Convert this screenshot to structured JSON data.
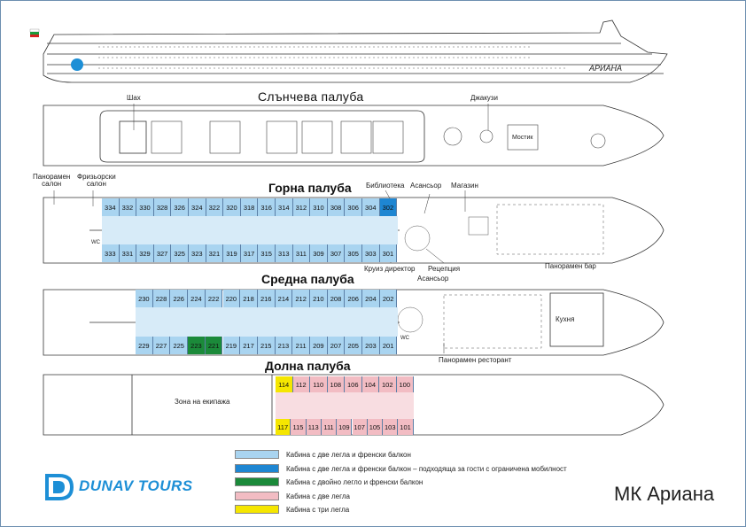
{
  "labels": {
    "shah": "Шах",
    "jacuzzi": "Джакузи",
    "bridge": "Мостик",
    "panoramic_salon": "Панорамен\nсалон",
    "hair_salon": "Фризьорски\nсалон",
    "library": "Библиотека",
    "elevator_top": "Асансьор",
    "shop": "Магазин",
    "cruise_director": "Круиз директор",
    "reception": "Рецепция",
    "elevator_bottom": "Асансьор",
    "panoramic_bar": "Панорамен бар",
    "kitchen": "Кухня",
    "panoramic_restaurant": "Панорамен ресторант",
    "crew_zone": "Зона на екипажа",
    "ship_hull_name": "АРИАНА",
    "wc": "WC"
  },
  "decks": {
    "sun": "Слънчева палуба",
    "upper": "Горна палуба",
    "middle": "Средна палуба",
    "lower": "Долна палуба"
  },
  "cabins": {
    "upper_top": [
      "334",
      "332",
      "330",
      "328",
      "326",
      "324",
      "322",
      "320",
      "318",
      "316",
      "314",
      "312",
      "310",
      "308",
      "306",
      "304",
      "302"
    ],
    "upper_bottom": [
      "333",
      "331",
      "329",
      "327",
      "325",
      "323",
      "321",
      "319",
      "317",
      "315",
      "313",
      "311",
      "309",
      "307",
      "305",
      "303",
      "301"
    ],
    "middle_top": [
      "230",
      "228",
      "226",
      "224",
      "222",
      "220",
      "218",
      "216",
      "214",
      "212",
      "210",
      "208",
      "206",
      "204",
      "202"
    ],
    "middle_bottom": [
      "229",
      "227",
      "225",
      "223",
      "221",
      "219",
      "217",
      "215",
      "213",
      "211",
      "209",
      "207",
      "205",
      "203",
      "201"
    ],
    "lower_top": [
      "114",
      "112",
      "110",
      "108",
      "106",
      "104",
      "102",
      "100"
    ],
    "lower_bottom": [
      "117",
      "115",
      "113",
      "111",
      "109",
      "107",
      "105",
      "103",
      "101"
    ]
  },
  "legend": [
    {
      "color": "#a9d4f0",
      "text": "Кабина с две легла и френски балкон"
    },
    {
      "color": "#1e86d2",
      "text": "Кабина с две легла и френски балкон – подходяща за гости с ограничена мобилност"
    },
    {
      "color": "#1b8a3a",
      "text": "Кабина с двойно легло и френски балкон"
    },
    {
      "color": "#f2bcc3",
      "text": "Кабина с две легла"
    },
    {
      "color": "#f5e600",
      "text": "Кабина с три легла"
    }
  ],
  "logo_text": "DUNAV TOURS",
  "ship_title": "МК Ариана",
  "colors": {
    "light_blue": "#a9d4f0",
    "dark_blue": "#1e86d2",
    "green": "#1b8a3a",
    "pink": "#f2bcc3",
    "yellow": "#f5e600",
    "logo_blue": "#1d8fd6"
  }
}
